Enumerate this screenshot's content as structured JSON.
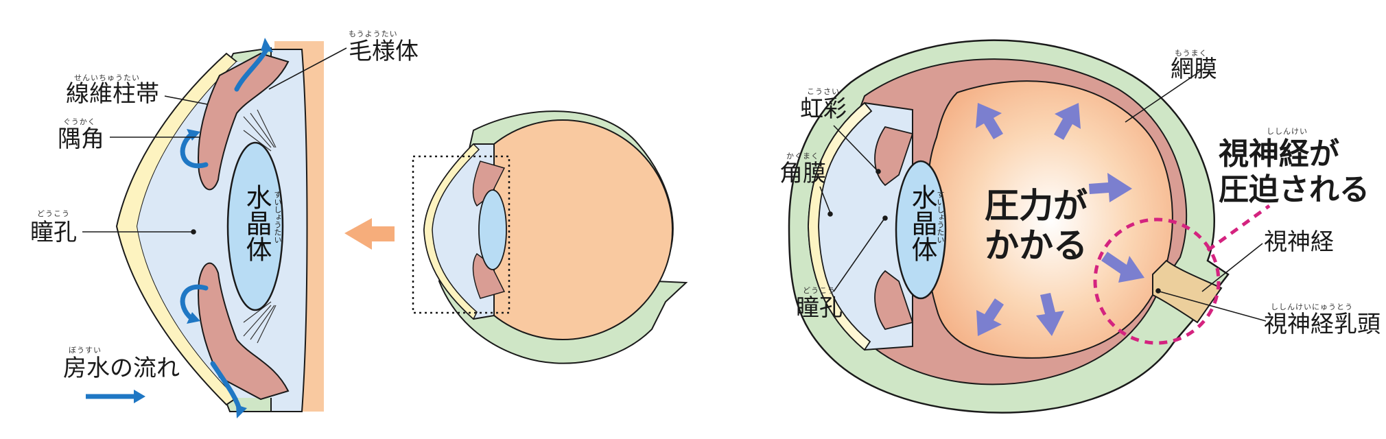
{
  "left_panel": {
    "ciliary_body": {
      "label": "毛様体",
      "ruby": "もうようたい"
    },
    "zonule": {
      "label": "線維柱帯",
      "ruby": "せんいちゅうたい"
    },
    "angle": {
      "label": "隅角",
      "ruby": "ぐうかく"
    },
    "pupil": {
      "label": "瞳孔",
      "ruby": "どうこう"
    },
    "lens": {
      "label": "水晶体",
      "ruby": "すいしょうたい"
    },
    "aqueous_flow": {
      "label": "房水の流れ",
      "ruby": "ぼうすい"
    }
  },
  "right_panel": {
    "retina": {
      "label": "網膜",
      "ruby": "もうまく"
    },
    "iris": {
      "label": "虹彩",
      "ruby": "こうさい"
    },
    "cornea": {
      "label": "角膜",
      "ruby": "かくまく"
    },
    "pupil": {
      "label": "瞳孔",
      "ruby": "どうこう"
    },
    "lens": {
      "label": "水晶体",
      "ruby": "すいしょうたい"
    },
    "pressure": {
      "line1": "圧力が",
      "line2": "かかる"
    },
    "compressed": {
      "line1": "視神経が",
      "line2": "圧迫される",
      "ruby": "ししんけい"
    },
    "optic_nerve": {
      "label": "視神経"
    },
    "optic_disc": {
      "label": "視神経乳頭",
      "ruby": "ししんけいにゅうとう"
    }
  },
  "colors": {
    "sclera": "#cfe6c6",
    "choroid": "#d99d94",
    "vitreous": "#f9c9a0",
    "aqueous": "#dbe8f6",
    "lens": "#b8dcf4",
    "cornea_yellow": "#fdf3c0",
    "flow_arrow": "#1f77c4",
    "pressure_arrow": "#7b7fcf",
    "highlight_circle": "#d4237f",
    "pointer_arrow": "#f6ad7b"
  },
  "icons": [
    "flow-arrow-icon",
    "pressure-arrow-icon",
    "pointer-arrow-icon"
  ]
}
